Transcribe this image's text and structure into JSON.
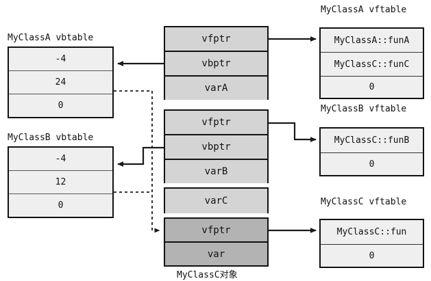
{
  "diagram": {
    "title_label": "MyClassC对象",
    "colors": {
      "line": "#1a1a1a",
      "object_row": "#d4d4d4",
      "object_row_dark": "#b3b3b3",
      "table_row": "#efefef",
      "border": "#111111"
    },
    "left_tables": [
      {
        "caption": "MyClassA vbtable",
        "rows": [
          "-4",
          "24",
          "0"
        ]
      },
      {
        "caption": "MyClassB vbtable",
        "rows": [
          "-4",
          "12",
          "0"
        ]
      }
    ],
    "object_blocks": [
      {
        "name": "myclassa-subobject",
        "shade": "light",
        "rows": [
          "vfptr",
          "vbptr",
          "varA"
        ]
      },
      {
        "name": "myclassb-subobject",
        "shade": "light",
        "rows": [
          "vfptr",
          "vbptr",
          "varB"
        ]
      },
      {
        "name": "myclassc-members",
        "shade": "light",
        "rows": [
          "varC"
        ]
      },
      {
        "name": "virtualbase-subobject",
        "shade": "dark",
        "rows": [
          "vfptr",
          "var"
        ]
      }
    ],
    "right_tables": [
      {
        "caption": "MyClassA vftable",
        "rows": [
          "MyClassA::funA",
          "MyClassC::funC",
          "0"
        ]
      },
      {
        "caption": "MyClassB vftable",
        "rows": [
          "MyClassC::funB",
          "0"
        ]
      },
      {
        "caption": "MyClassC vftable",
        "rows": [
          "MyClassC::fun",
          "0"
        ]
      }
    ],
    "connections": [
      {
        "name": "vbptr-a-to-vbtable-a",
        "style": "solid",
        "from": "myclassa-subobject.vbptr",
        "to": "MyClassA vbtable"
      },
      {
        "name": "vbptr-b-to-vbtable-b",
        "style": "solid",
        "from": "myclassb-subobject.vbptr",
        "to": "MyClassB vbtable"
      },
      {
        "name": "vbtable-a-offset-to-virtualbase",
        "style": "dashed",
        "from": "MyClassA vbtable.24",
        "to": "virtualbase-subobject.vfptr"
      },
      {
        "name": "vbtable-b-offset-to-virtualbase",
        "style": "dashed",
        "from": "MyClassB vbtable.12",
        "to": "virtualbase-subobject.vfptr"
      },
      {
        "name": "vfptr-a-to-vftable-a",
        "style": "solid",
        "from": "myclassa-subobject.vfptr",
        "to": "MyClassA vftable"
      },
      {
        "name": "vfptr-b-to-vftable-b",
        "style": "solid",
        "from": "myclassb-subobject.vfptr",
        "to": "MyClassB vftable"
      },
      {
        "name": "vfptr-c-to-vftable-c",
        "style": "solid",
        "from": "virtualbase-subobject.vfptr",
        "to": "MyClassC vftable"
      }
    ]
  }
}
